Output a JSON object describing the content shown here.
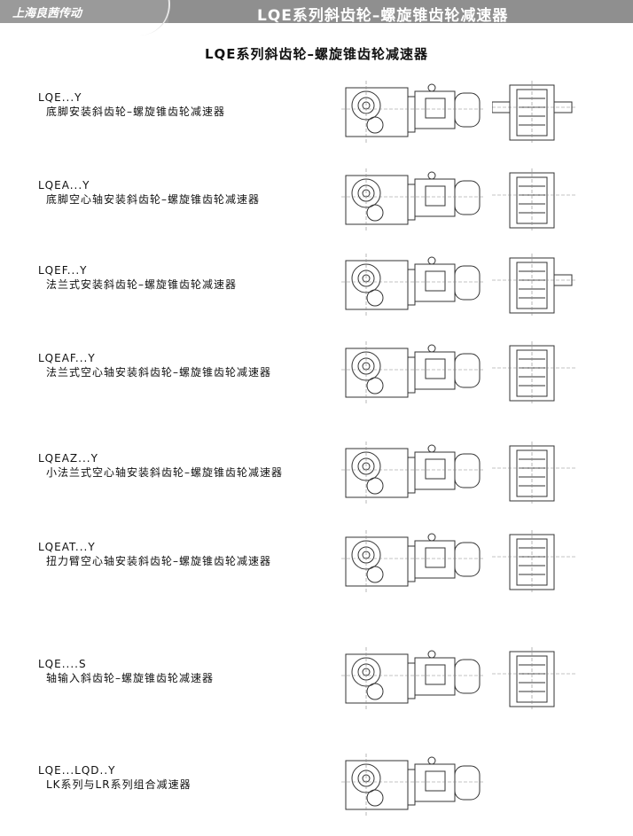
{
  "header": {
    "brand": "上海良茜传动",
    "title": "LQE系列斜齿轮–螺旋锥齿轮减速器"
  },
  "page_title": "LQE系列斜齿轮–螺旋锥齿轮减速器",
  "items": [
    {
      "code": "LQE...Y",
      "desc": "底脚安装斜齿轮–螺旋锥齿轮减速器"
    },
    {
      "code": "LQEA...Y",
      "desc": "底脚空心轴安装斜齿轮–螺旋锥齿轮减速器"
    },
    {
      "code": "LQEF...Y",
      "desc": "法兰式安装斜齿轮–螺旋锥齿轮减速器"
    },
    {
      "code": "LQEAF...Y",
      "desc": "法兰式空心轴安装斜齿轮–螺旋锥齿轮减速器"
    },
    {
      "code": "LQEAZ...Y",
      "desc": "小法兰式空心轴安装斜齿轮–螺旋锥齿轮减速器"
    },
    {
      "code": "LQEAT...Y",
      "desc": "扭力臂空心轴安装斜齿轮–螺旋锥齿轮减速器"
    },
    {
      "code": "LQE....S",
      "desc": "轴输入斜齿轮–螺旋锥齿轮减速器"
    },
    {
      "code": "LQE...LQD..Y",
      "desc": "LK系列与LR系列组合减速器"
    }
  ]
}
